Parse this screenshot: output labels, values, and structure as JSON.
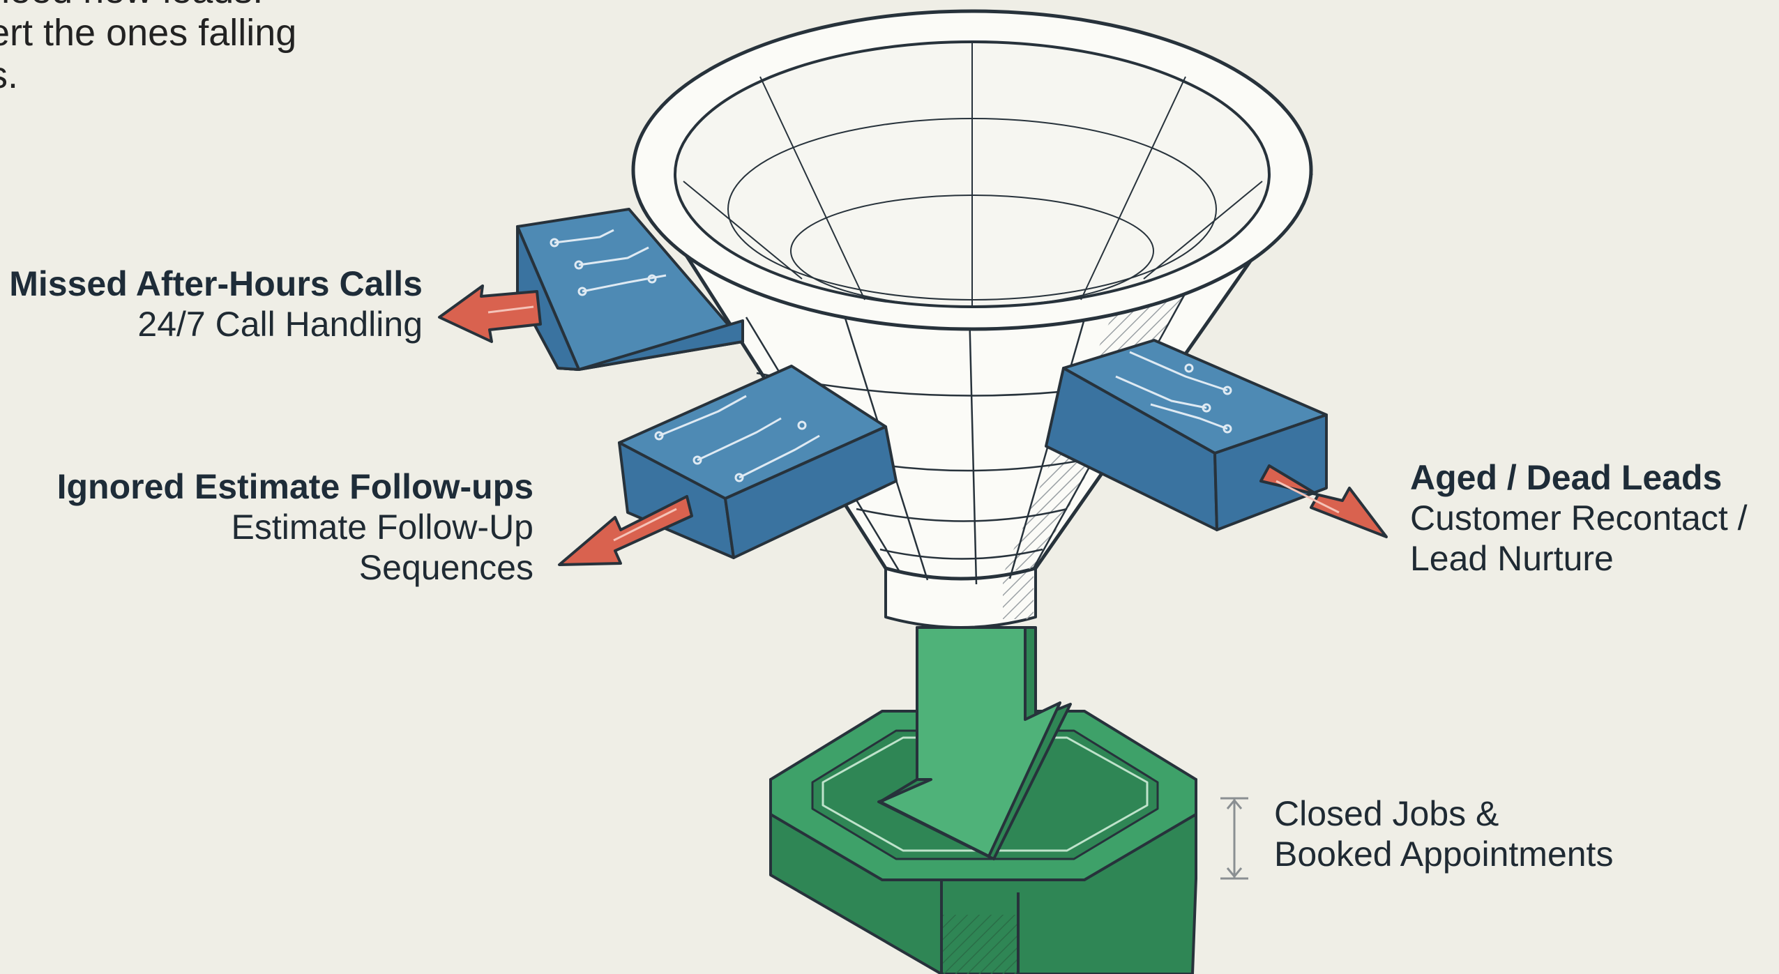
{
  "intro": {
    "lines": [
      "need new leads.",
      "ert the ones falling",
      "s."
    ]
  },
  "leaks": [
    {
      "title": "Missed After-Hours Calls",
      "solution_lines": [
        "24/7 Call Handling"
      ]
    },
    {
      "title": "Ignored Estimate Follow-ups",
      "solution_lines": [
        "Estimate Follow-Up",
        "Sequences"
      ]
    },
    {
      "title": "Aged / Dead Leads",
      "solution_lines": [
        "Customer Recontact /",
        "Lead Nurture"
      ]
    }
  ],
  "outcome": {
    "lines": [
      "Closed Jobs &",
      "Booked Appointments"
    ]
  },
  "colors": {
    "background": "#efeee6",
    "funnel_fill": "#fbfbf7",
    "outline": "#27323b",
    "module_top": "#4e8ab4",
    "module_side": "#3a73a0",
    "leak_arrow": "#d9624f",
    "output_green": "#3ea169",
    "output_green_dark": "#2f8655"
  },
  "icons": [
    "funnel-icon",
    "circuit-module-icon",
    "leak-arrow-icon",
    "down-arrow-icon",
    "base-tray-icon",
    "height-marker-icon"
  ]
}
